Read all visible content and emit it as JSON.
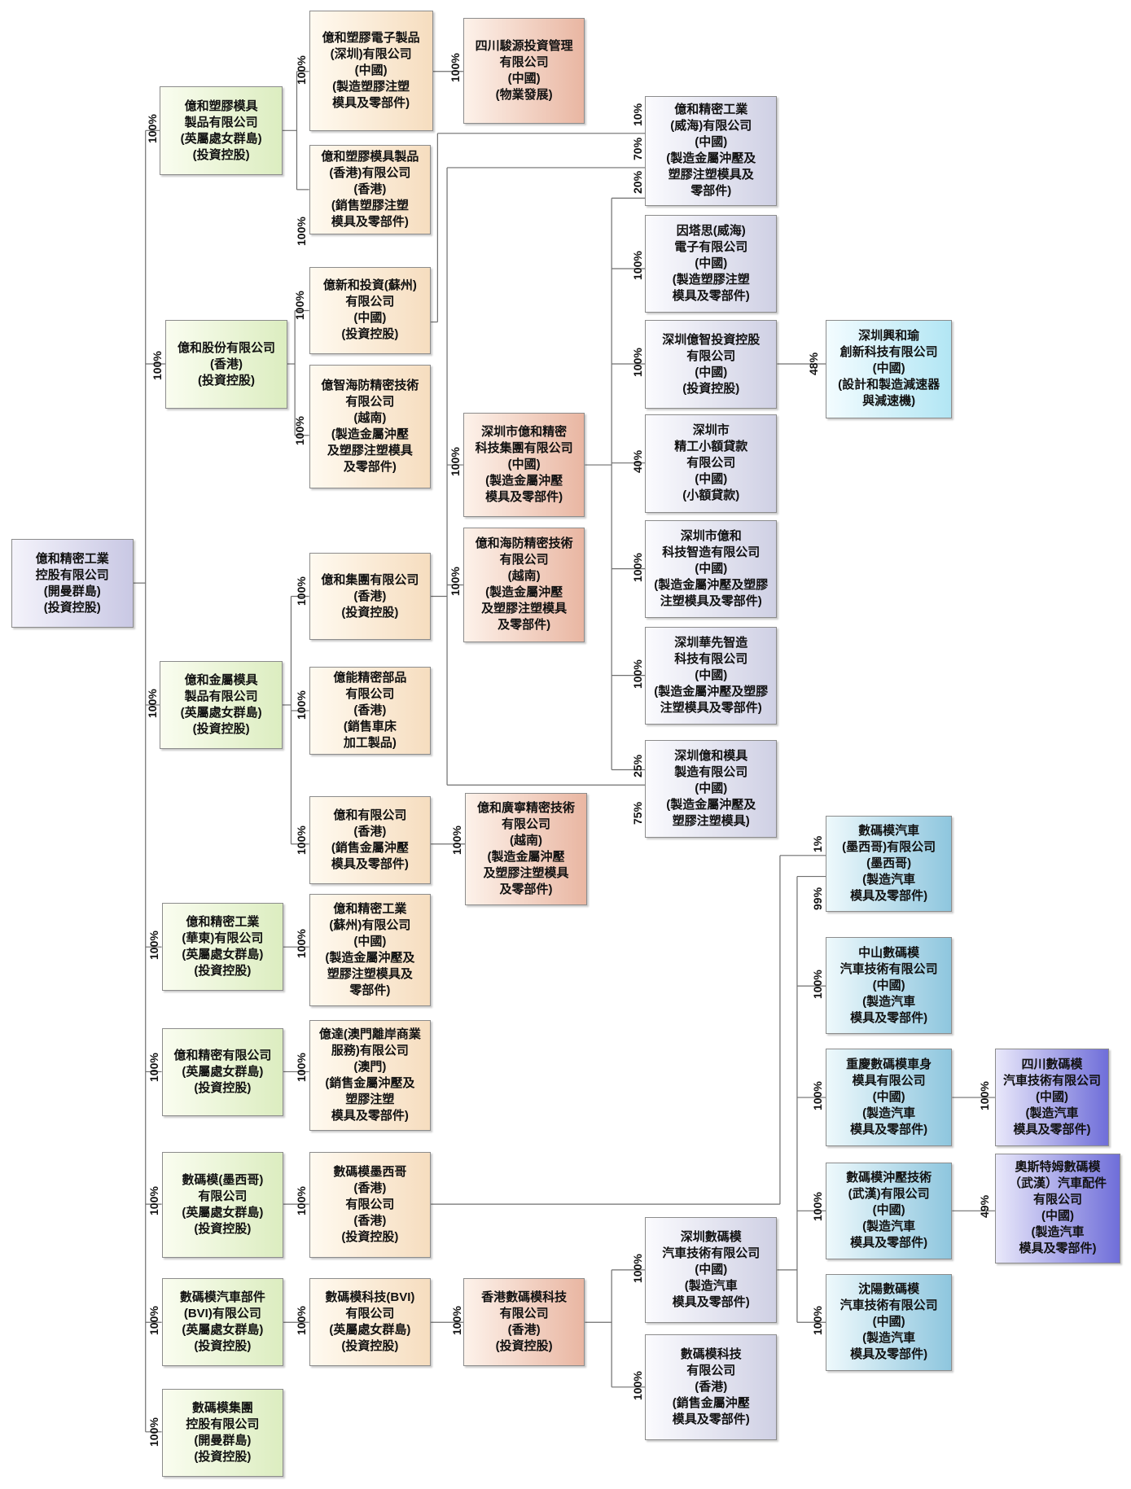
{
  "nodes": {
    "root": [
      "億和精密工業",
      "控股有限公司",
      "(開曼群島)",
      "(投資控股)"
    ],
    "moulds_bvi": [
      "億和塑膠模具",
      "製品有限公司",
      "(英屬處女群島)",
      "(投資控股)"
    ],
    "yh_shares_hk": [
      "億和股份有限公司",
      "(香港)",
      "(投資控股)"
    ],
    "metal_bvi": [
      "億和金屬模具",
      "製品有限公司",
      "(英屬處女群島)",
      "(投資控股)"
    ],
    "huadong_bvi": [
      "億和精密工業",
      "(華東)有限公司",
      "(英屬處女群島)",
      "(投資控股)"
    ],
    "precision_bvi": [
      "億和精密有限公司",
      "(英屬處女群島)",
      "(投資控股)"
    ],
    "digital_mx_bvi": [
      "數碼模(墨西哥)",
      "有限公司",
      "(英屬處女群島)",
      "(投資控股)"
    ],
    "digital_auto_bvi": [
      "數碼模汽車部件",
      "(BVI)有限公司",
      "(英屬處女群島)",
      "(投資控股)"
    ],
    "digital_group": [
      "數碼模集團",
      "控股有限公司",
      "(開曼群島)",
      "(投資控股)"
    ],
    "plastic_elec_sz": [
      "億和塑膠電子製品",
      "(深圳)有限公司",
      "(中國)",
      "(製造塑膠注塑",
      "模具及零部件)"
    ],
    "plastic_mould_hk": [
      "億和塑膠模具製品",
      "(香港)有限公司",
      "(香港)",
      "(銷售塑膠注塑",
      "模具及零部件)"
    ],
    "xinhe_suzhou": [
      "億新和投資(蘇州)",
      "有限公司",
      "(中國)",
      "(投資控股)"
    ],
    "zhihai_vn": [
      "億智海防精密技術",
      "有限公司",
      "(越南)",
      "(製造金屬沖壓",
      "及塑膠注塑模具",
      "及零部件)"
    ],
    "yh_group_hk": [
      "億和集團有限公司",
      "(香港)",
      "(投資控股)"
    ],
    "yineng_hk": [
      "億能精密部品",
      "有限公司",
      "(香港)",
      "(銷售車床",
      "加工製品)"
    ],
    "yh_ltd_hk": [
      "億和有限公司",
      "(香港)",
      "(銷售金屬沖壓",
      "模具及零部件)"
    ],
    "huadong_suzhou": [
      "億和精密工業",
      "(蘇州)有限公司",
      "(中國)",
      "(製造金屬沖壓及",
      "塑膠注塑模具及",
      "零部件)"
    ],
    "yida_macau": [
      "億達(澳門離岸商業",
      "服務)有限公司",
      "(澳門)",
      "(銷售金屬沖壓及",
      "塑膠注塑",
      "模具及零部件)"
    ],
    "digital_mx_hk": [
      "數碼模墨西哥",
      "(香港)",
      "有限公司",
      "(香港)",
      "(投資控股)"
    ],
    "digital_tech_bvi": [
      "數碼模科技(BVI)",
      "有限公司",
      "(英屬處女群島)",
      "(投資控股)"
    ],
    "sichuan_junyuan": [
      "四川駿源投資管理",
      "有限公司",
      "(中國)",
      "(物業發展)"
    ],
    "sz_tech_group": [
      "深圳市億和精密",
      "科技集團有限公司",
      "(中國)",
      "(製造金屬沖壓",
      "模具及零部件)"
    ],
    "haifang_vn": [
      "億和海防精密技術",
      "有限公司",
      "(越南)",
      "(製造金屬沖壓",
      "及塑膠注塑模具",
      "及零部件)"
    ],
    "guangning_vn": [
      "億和廣寧精密技術",
      "有限公司",
      "(越南)",
      "(製造金屬沖壓",
      "及塑膠注塑模具",
      "及零部件)"
    ],
    "hk_digital_tech": [
      "香港數碼模科技",
      "有限公司",
      "(香港)",
      "(投資控股)"
    ],
    "weihai": [
      "億和精密工業",
      "(威海)有限公司",
      "(中國)",
      "(製造金屬沖壓及",
      "塑膠注塑模具及",
      "零部件)"
    ],
    "intaz_weihai": [
      "因塔思(威海)",
      "電子有限公司",
      "(中國)",
      "(製造塑膠注塑",
      "模具及零部件)"
    ],
    "sz_yizhi": [
      "深圳億智投資控股",
      "有限公司",
      "(中國)",
      "(投資控股)"
    ],
    "sz_loan": [
      "深圳市",
      "精工小額貸款",
      "有限公司",
      "(中國)",
      "(小額貸款)"
    ],
    "sz_smart": [
      "深圳市億和",
      "科技智造有限公司",
      "(中國)",
      "(製造金屬沖壓及塑膠",
      "注塑模具及零部件)"
    ],
    "sz_huaxian": [
      "深圳華先智造",
      "科技有限公司",
      "(中國)",
      "(製造金屬沖壓及塑膠",
      "注塑模具及零部件)"
    ],
    "sz_mould": [
      "深圳億和模具",
      "製造有限公司",
      "(中國)",
      "(製造金屬沖壓及",
      "塑膠注塑模具)"
    ],
    "sz_digital_auto": [
      "深圳數碼模",
      "汽車技術有限公司",
      "(中國)",
      "(製造汽車",
      "模具及零部件)"
    ],
    "digital_tech_hk": [
      "數碼模科技",
      "有限公司",
      "(香港)",
      "(銷售金屬沖壓",
      "模具及零部件)"
    ],
    "sz_xinghe": [
      "深圳興和瑜",
      "創新科技有限公司",
      "(中國)",
      "(設計和製造減速器",
      "與減速機)"
    ],
    "digital_auto_mx": [
      "數碼模汽車",
      "(墨西哥)有限公司",
      "(墨西哥)",
      "(製造汽車",
      "模具及零部件)"
    ],
    "zhongshan": [
      "中山數碼模",
      "汽車技術有限公司",
      "(中國)",
      "(製造汽車",
      "模具及零部件)"
    ],
    "chongqing": [
      "重慶數碼模車身",
      "模具有限公司",
      "(中國)",
      "(製造汽車",
      "模具及零部件)"
    ],
    "wuhan": [
      "數碼模沖壓技術",
      "(武漢)有限公司",
      "(中國)",
      "(製造汽車",
      "模具及零部件)"
    ],
    "shenyang": [
      "沈陽數碼模",
      "汽車技術有限公司",
      "(中國)",
      "(製造汽車",
      "模具及零部件)"
    ],
    "sichuan_digital": [
      "四川數碼模",
      "汽車技術有限公司",
      "(中國)",
      "(製造汽車",
      "模具及零部件)"
    ],
    "aust_wuhan": [
      "奧斯特姆數碼模",
      "（武漢）汽車配件",
      "有限公司",
      "(中國)",
      "(製造汽車",
      "模具及零部件)"
    ]
  },
  "percentages": {
    "p_moulds_bvi": "100%",
    "p_yh_shares_hk": "100%",
    "p_metal_bvi": "100%",
    "p_huadong_bvi": "100%",
    "p_precision_bvi": "100%",
    "p_digital_mx_bvi": "100%",
    "p_digital_auto_bvi": "100%",
    "p_digital_group": "100%",
    "p_plastic_elec_sz": "100%",
    "p_plastic_mould_hk": "100%",
    "p_xinhe_suzhou": "100%",
    "p_zhihai_vn": "100%",
    "p_yh_group_hk": "100%",
    "p_yineng_hk": "100%",
    "p_yh_ltd_hk": "100%",
    "p_huadong_suzhou": "100%",
    "p_yida_macau": "100%",
    "p_digital_mx_hk": "100%",
    "p_digital_tech_bvi": "100%",
    "p_sichuan_junyuan": "100%",
    "p_sz_tech_group": "100%",
    "p_haifang_vn": "100%",
    "p_guangning_vn": "100%",
    "p_hk_digital_tech": "100%",
    "p_weihai_10": "10%",
    "p_weihai_70": "70%",
    "p_weihai_20": "20%",
    "p_intaz": "100%",
    "p_yizhi": "100%",
    "p_loan": "40%",
    "p_smart": "100%",
    "p_huaxian": "100%",
    "p_mould_25": "25%",
    "p_mould_75": "75%",
    "p_sz_digital_auto": "100%",
    "p_digital_tech_hk": "100%",
    "p_xinghe": "48%",
    "p_mx_1": "1%",
    "p_mx_99": "99%",
    "p_zhongshan": "100%",
    "p_chongqing": "100%",
    "p_wuhan": "100%",
    "p_shenyang": "100%",
    "p_sichuan_digital": "100%",
    "p_aust": "49%"
  },
  "colors": {
    "connector": "#6f6f6f",
    "root_fill": "#c9c8e4",
    "level1_fill": "#dcedc0",
    "level2_fill": "#f6ddbf",
    "level3_fill": "#e9b6a2",
    "level4_fill": "#cfd0e4",
    "level5_fill": "#b2e6f4",
    "digital_fill": "#8ec6de",
    "top_fill": "#6f6ed9"
  }
}
